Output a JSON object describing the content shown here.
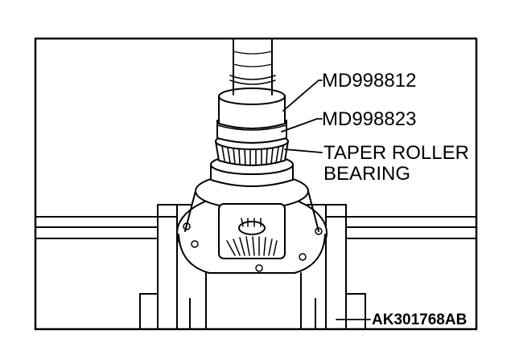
{
  "callouts": {
    "tool_top": "MD998812",
    "tool_mid": "MD998823",
    "bearing_line1": "TAPER ROLLER",
    "bearing_line2": "BEARING"
  },
  "figure_code": "AK301768AB",
  "colors": {
    "ink": "#000000",
    "paper": "#ffffff"
  }
}
